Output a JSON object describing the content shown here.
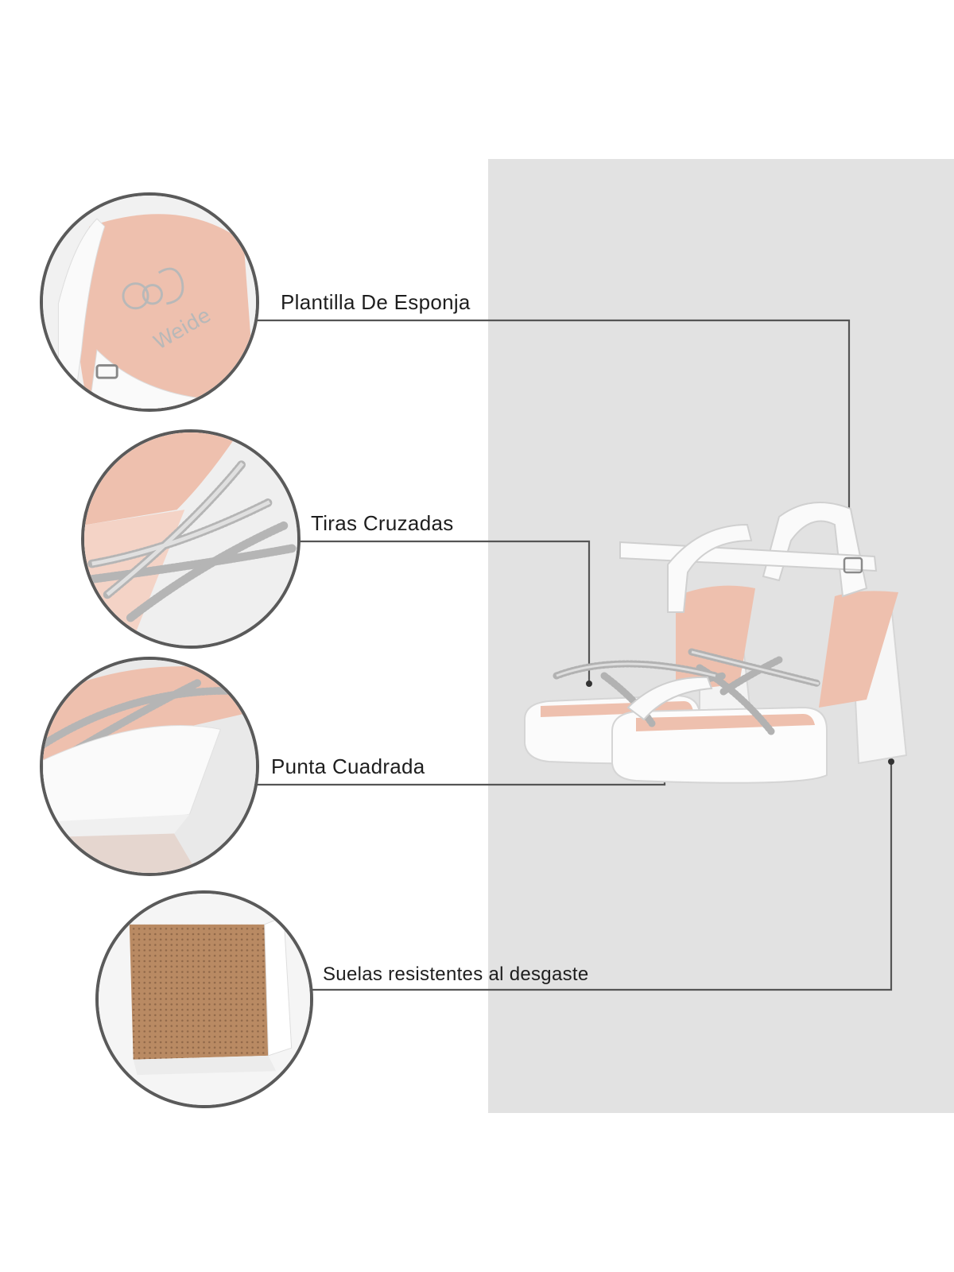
{
  "colors": {
    "panel": "#e2e2e2",
    "line": "#555555",
    "insole": "#eec0ae",
    "sole": "#b98a63",
    "white_leather": "#fbfbfb"
  },
  "features": [
    {
      "label": "Plantilla De Esponja",
      "icon": "insole-logo-closeup"
    },
    {
      "label": "Tiras Cruzadas",
      "icon": "rhinestone-straps-closeup"
    },
    {
      "label": "Punta Cuadrada",
      "icon": "square-toe-closeup"
    },
    {
      "label": "Suelas resistentes al desgaste",
      "icon": "rubber-sole-closeup"
    }
  ],
  "brand": {
    "logo_text": "Weide"
  }
}
